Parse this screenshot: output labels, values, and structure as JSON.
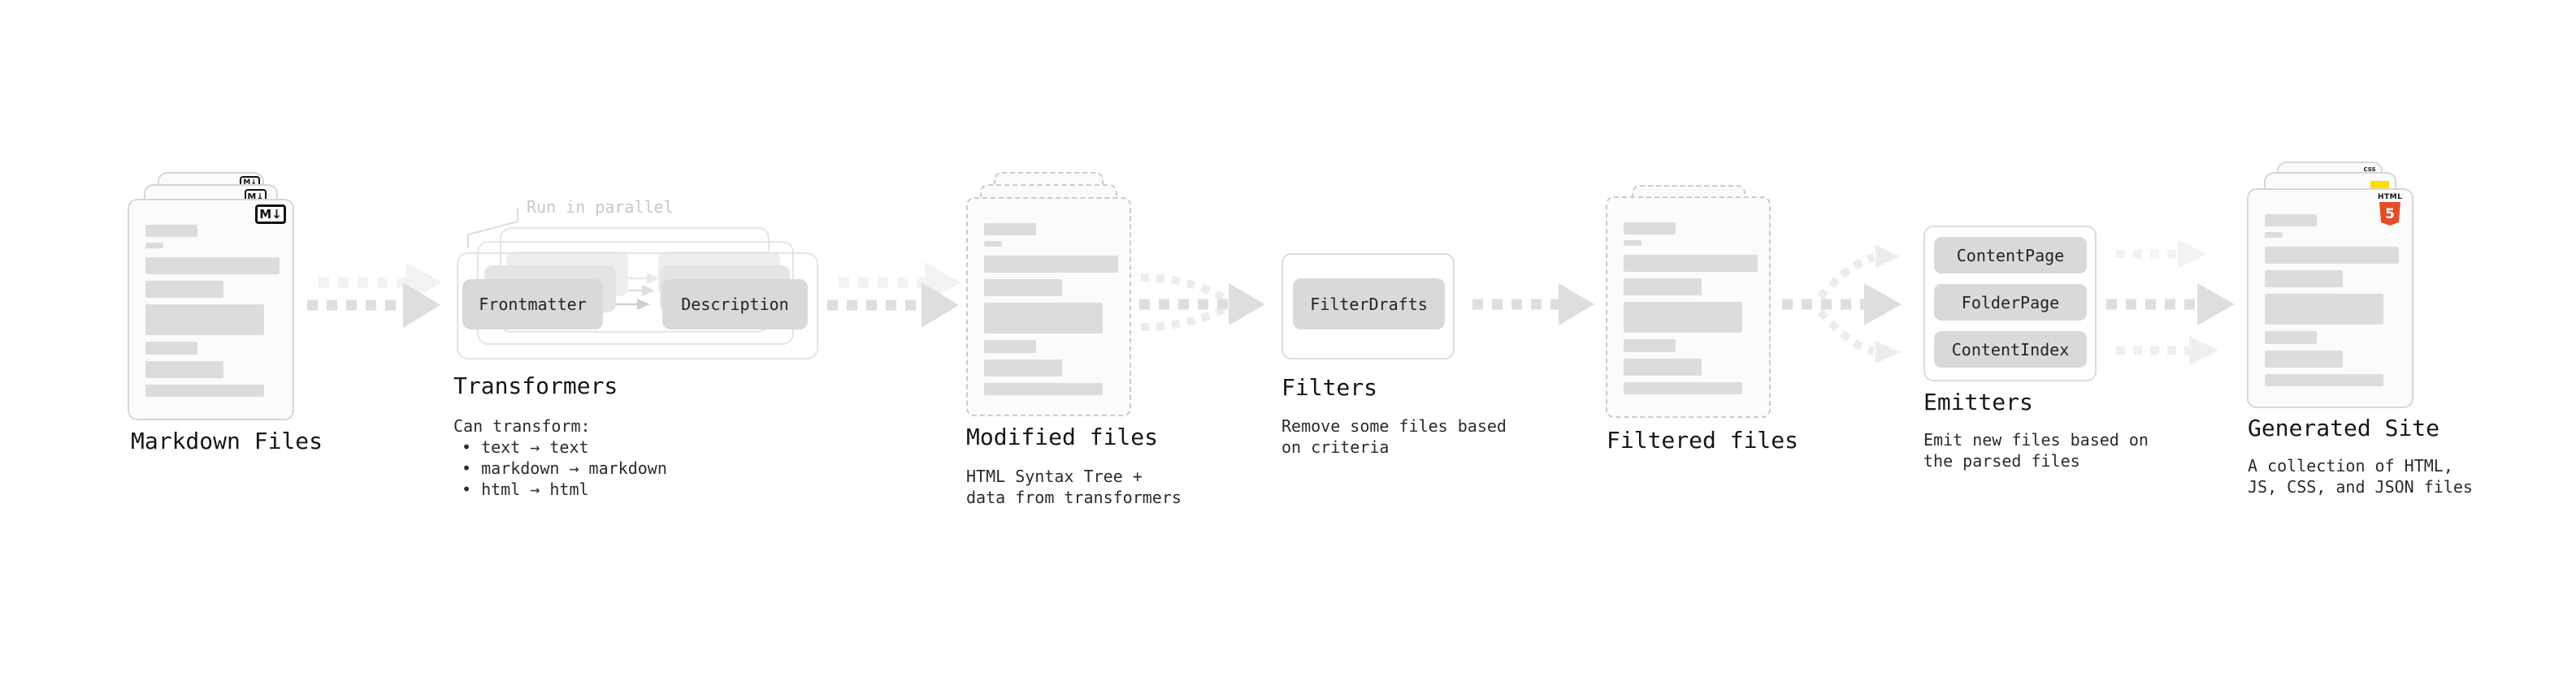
{
  "stages": [
    {
      "id": "markdown-files",
      "label": "Markdown Files",
      "sublines": []
    },
    {
      "id": "transformers",
      "label": "Transformers",
      "annotation": "Run in parallel",
      "boxes": [
        "Frontmatter",
        "Description"
      ],
      "sublines": [
        "Can transform:",
        "• text → text",
        "• markdown → markdown",
        "• html → html"
      ]
    },
    {
      "id": "modified-files",
      "label": "Modified files",
      "sublines": [
        "HTML Syntax Tree +",
        "data from transformers"
      ]
    },
    {
      "id": "filters",
      "label": "Filters",
      "boxes": [
        "FilterDrafts"
      ],
      "sublines": [
        "Remove some files based",
        "on criteria"
      ]
    },
    {
      "id": "filtered-files",
      "label": "Filtered files",
      "sublines": []
    },
    {
      "id": "emitters",
      "label": "Emitters",
      "boxes": [
        "ContentPage",
        "FolderPage",
        "ContentIndex"
      ],
      "sublines": [
        "Emit new files based on",
        "the parsed files"
      ]
    },
    {
      "id": "generated-site",
      "label": "Generated Site",
      "sublines": [
        "A collection of HTML,",
        "JS, CSS, and JSON files"
      ]
    }
  ],
  "icons": {
    "markdown_badge": "M↓",
    "html5_text": "HTML",
    "html5_number": "5",
    "css_text": "CSS"
  },
  "colors": {
    "html5_orange": "#e44d26",
    "js_yellow": "#ffdd00",
    "css_blue": "#2b5df5",
    "arrow_gray": "#dedede",
    "box_gray": "#d9d9d9"
  }
}
